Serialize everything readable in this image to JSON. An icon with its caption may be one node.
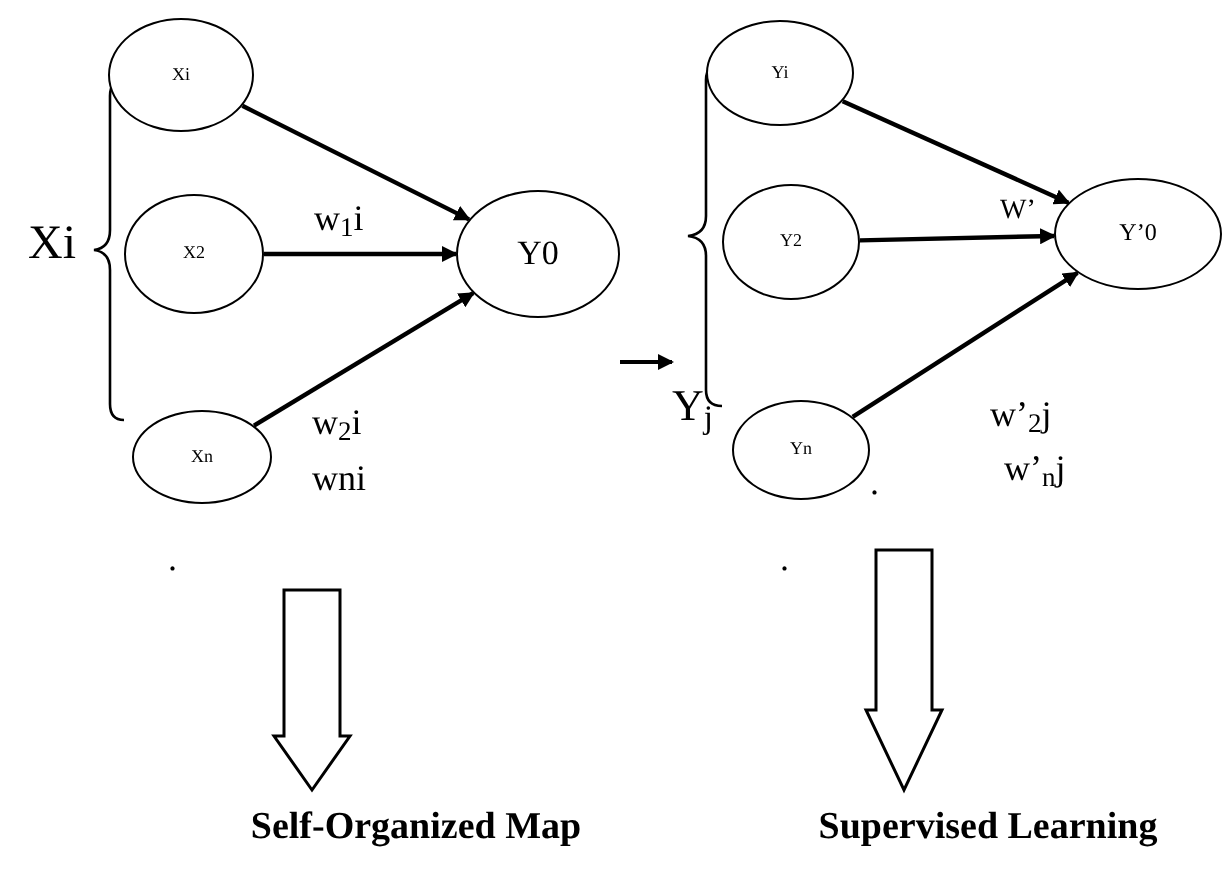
{
  "diagram": {
    "nodes": [
      {
        "text": [
          "Xi"
        ]
      },
      {
        "text": [
          "X2"
        ]
      },
      {
        "text": [
          "Xn"
        ]
      },
      {
        "text": [
          "Y0"
        ]
      },
      {
        "text": [
          "Yi"
        ]
      },
      {
        "text": [
          "Y2"
        ]
      },
      {
        "text": [
          "Yn"
        ]
      },
      {
        "text": [
          "Y’0"
        ]
      },
      {
        "text": [
          "Self-Organized Map"
        ]
      },
      {
        "text": [
          "Supervised Learning"
        ]
      }
    ],
    "edges": [
      {
        "from": 0,
        "to": 3,
        "arrow": "to"
      },
      {
        "from": 1,
        "to": 3,
        "arrow": "to"
      },
      {
        "from": 2,
        "to": 3,
        "arrow": "to"
      },
      {
        "from": 4,
        "to": 7,
        "arrow": "to"
      },
      {
        "from": 5,
        "to": 7,
        "arrow": "to"
      },
      {
        "from": 6,
        "to": 7,
        "arrow": "to"
      },
      {
        "from": null,
        "to": 8,
        "arrow": "to",
        "style": "thick"
      },
      {
        "from": null,
        "to": 9,
        "arrow": "to",
        "style": "thick"
      }
    ],
    "labels": [
      "Xi",
      "w$_{1}$i",
      "w$_{2}$i",
      "wni",
      ".",
      "W’",
      "Y$_{j}$",
      "w’$_{2}$j",
      ".",
      "w’$_{n}$j",
      "."
    ]
  }
}
